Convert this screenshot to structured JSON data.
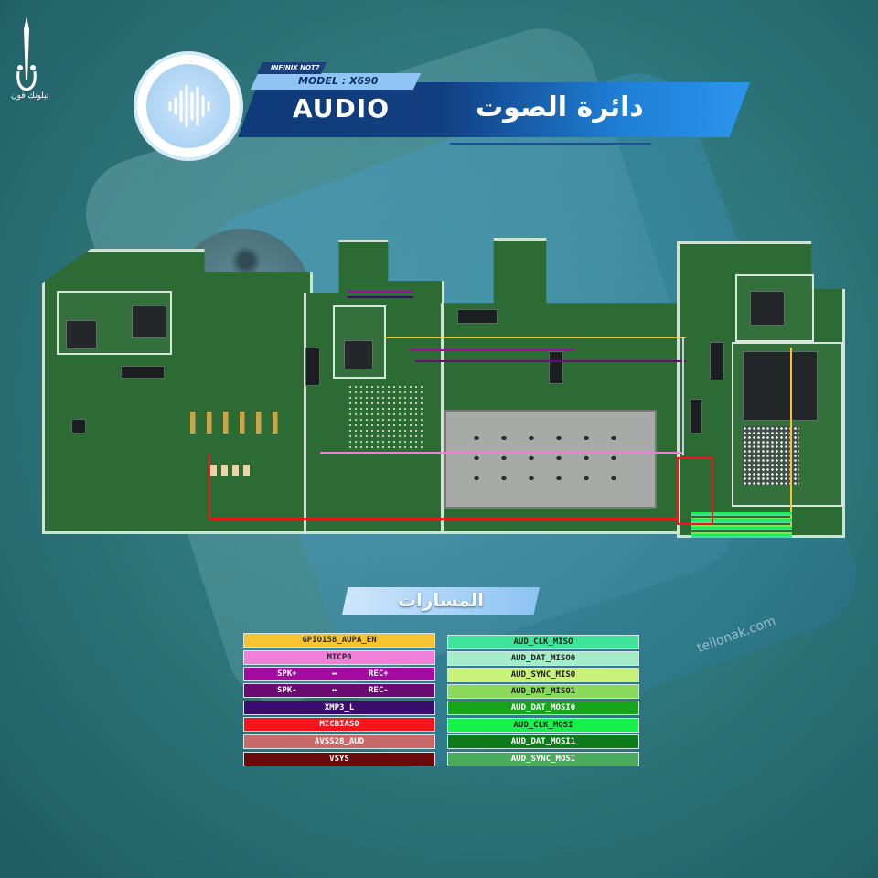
{
  "header": {
    "brand_model": "INFINIX NOT7",
    "model": "MODEL : X690",
    "title_en": "AUDIO",
    "title_ar": "دائرة الصوت"
  },
  "logo": {
    "caption": "تيلونك فون"
  },
  "legend": {
    "title": "المسارات",
    "left": [
      {
        "label": "GPIO158_AUPA_EN",
        "color": "#f5c531",
        "text_color": "#2b2b2b"
      },
      {
        "label": "MICP0",
        "color": "#f07fd8",
        "text_color": "#2b2b2b"
      },
      {
        "label_a": "SPK+",
        "arrow": "↔",
        "label_b": "REC+",
        "color": "#a30aa0",
        "text_color": "#ffffff"
      },
      {
        "label_a": "SPK-",
        "arrow": "↔",
        "label_b": "REC-",
        "color": "#6a0b72",
        "text_color": "#ffffff"
      },
      {
        "label": "XMP3_L",
        "color": "#3a0d6e",
        "text_color": "#ffffff"
      },
      {
        "label": "MICBIAS0",
        "color": "#f3141c",
        "text_color": "#ffffff"
      },
      {
        "label": "AVSS28_AUD",
        "color": "#c86a6a",
        "text_color": "#ffffff"
      },
      {
        "label": "VSYS",
        "color": "#6b0a0a",
        "text_color": "#ffffff"
      }
    ],
    "right": [
      {
        "label": "AUD_CLK_MISO",
        "color": "#3fe39a",
        "text_color": "#1f1f1f"
      },
      {
        "label": "AUD_DAT_MISO0",
        "color": "#a5edc9",
        "text_color": "#1f1f1f"
      },
      {
        "label": "AUD_SYNC_MISO",
        "color": "#c9f27a",
        "text_color": "#1f1f1f"
      },
      {
        "label": "AUD_DAT_MISO1",
        "color": "#8ad85c",
        "text_color": "#1f1f1f"
      },
      {
        "label": "AUD_DAT_MOSI0",
        "color": "#17a51c",
        "text_color": "#ffffff"
      },
      {
        "label": "AUD_CLK_MOSI",
        "color": "#15f04a",
        "text_color": "#1f1f1f"
      },
      {
        "label": "AUD_DAT_MOSI1",
        "color": "#0f7a1a",
        "text_color": "#ffffff"
      },
      {
        "label": "AUD_SYNC_MOSI",
        "color": "#4caa5c",
        "text_color": "#ffffff"
      }
    ]
  },
  "watermark": "teilonak.com"
}
